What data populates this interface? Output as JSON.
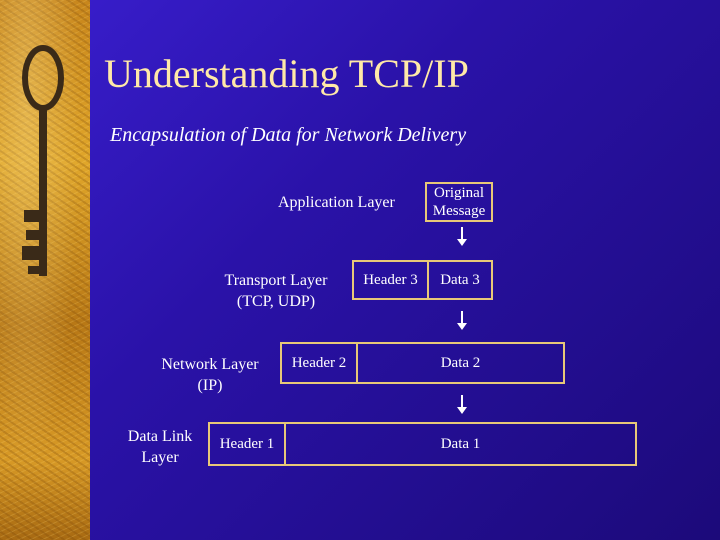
{
  "slide": {
    "title": "Understanding TCP/IP",
    "subtitle": "Encapsulation of Data for Network Delivery"
  },
  "layers": {
    "application": {
      "label": "Application Layer",
      "message": "Original Message"
    },
    "transport": {
      "label_line1": "Transport Layer",
      "label_line2": "(TCP, UDP)",
      "header": "Header 3",
      "data": "Data 3"
    },
    "network": {
      "label_line1": "Network Layer",
      "label_line2": "(IP)",
      "header": "Header 2",
      "data": "Data 2"
    },
    "datalink": {
      "label_line1": "Data Link",
      "label_line2": "Layer",
      "header": "Header 1",
      "data": "Data 1"
    }
  },
  "colors": {
    "background": "#2a12a8",
    "title": "#ffe9a8",
    "box_border": "#e8c878",
    "sidebar": "#d89a26"
  },
  "icons": {
    "sidebar_image": "antique-key-icon",
    "arrow": "arrow-down-icon"
  }
}
